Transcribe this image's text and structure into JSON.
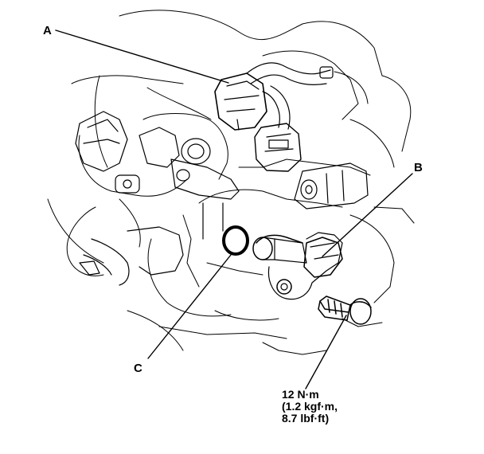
{
  "callouts": {
    "a": "A",
    "b": "B",
    "c": "C"
  },
  "torque_spec": {
    "line1": "12 N·m",
    "line2": "(1.2 kgf·m,",
    "line3": "8.7 lbf·ft)"
  },
  "colors": {
    "line": "#000000",
    "background": "#ffffff"
  }
}
